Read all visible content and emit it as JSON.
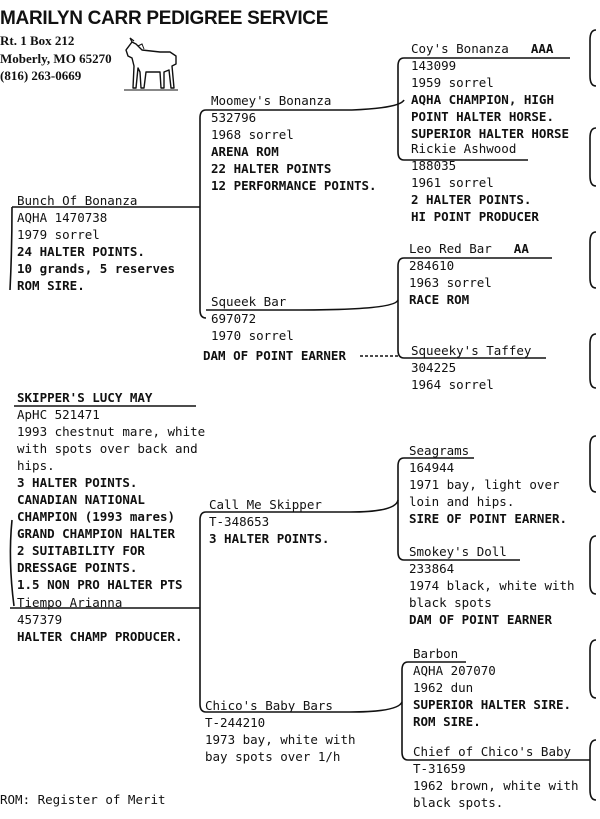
{
  "header": {
    "title": "MARILYN CARR PEDIGREE SERVICE",
    "address1": "Rt. 1 Box 212",
    "address2": "Moberly, MO 65270",
    "phone": "(816) 263-0669"
  },
  "subject": {
    "name": "SKIPPER'S LUCY MAY",
    "lines": [
      "ApHC 521471",
      "1993 chestnut mare, white",
      "with spots over back and",
      "hips.",
      "3 HALTER POINTS.",
      "CANADIAN NATIONAL",
      "CHAMPION (1993 mares)",
      "GRAND CHAMPION HALTER",
      "2 SUITABILITY FOR",
      "DRESSAGE POINTS.",
      "1.5 NON PRO HALTER PTS"
    ]
  },
  "sire": {
    "name": "Bunch Of Bonanza",
    "lines": [
      "AQHA 1470738",
      "1979 sorrel",
      "24 HALTER POINTS.",
      "10 grands, 5 reserves",
      "ROM SIRE."
    ]
  },
  "dam": {
    "name": "Tiempo Arianna",
    "lines": [
      "457379",
      "HALTER CHAMP PRODUCER."
    ]
  },
  "sire_sire": {
    "name": "Moomey's Bonanza",
    "lines": [
      "532796",
      "1968 sorrel",
      "ARENA ROM",
      "22 HALTER POINTS",
      "12 PERFORMANCE POINTS."
    ]
  },
  "sire_dam": {
    "name": "Squeek Bar",
    "lines": [
      "697072",
      "1970 sorrel",
      "DAM OF POINT EARNER"
    ]
  },
  "dam_sire": {
    "name": "Call Me Skipper",
    "lines": [
      "T-348653",
      "3 HALTER POINTS."
    ]
  },
  "dam_dam": {
    "name": "Chico's Baby Bars",
    "lines": [
      "T-244210",
      "1973 bay, white with",
      "bay spots over 1/h"
    ]
  },
  "gen3": [
    {
      "name": "Coy's Bonanza",
      "badge": "AAA",
      "lines": [
        "143099",
        "1959 sorrel",
        "AQHA CHAMPION, HIGH",
        "POINT HALTER HORSE.",
        "SUPERIOR HALTER HORSE"
      ]
    },
    {
      "name": "Rickie Ashwood",
      "badge": "",
      "lines": [
        "188035",
        "1961 sorrel",
        "2 HALTER POINTS.",
        "HI POINT PRODUCER"
      ]
    },
    {
      "name": "Leo Red Bar",
      "badge": "AA",
      "lines": [
        "284610",
        "1963 sorrel",
        "RACE ROM"
      ]
    },
    {
      "name": "Squeeky's Taffey",
      "badge": "",
      "lines": [
        "304225",
        "1964 sorrel"
      ]
    },
    {
      "name": "Seagrams",
      "badge": "",
      "lines": [
        "164944",
        "1971 bay, light over",
        "loin and hips.",
        "SIRE OF POINT EARNER."
      ]
    },
    {
      "name": "Smokey's Doll",
      "badge": "",
      "lines": [
        "233864",
        "1974 black, white with",
        "black spots",
        "DAM OF POINT EARNER"
      ]
    },
    {
      "name": "Barbon",
      "badge": "",
      "lines": [
        "AQHA 207070",
        "1962 dun",
        "SUPERIOR HALTER SIRE.",
        "ROM SIRE."
      ]
    },
    {
      "name": "Chief of Chico's Baby",
      "badge": "",
      "lines": [
        "T-31659",
        "1962 brown, white with",
        "black spots."
      ]
    }
  ],
  "footer": {
    "note": "ROM: Register of Merit"
  }
}
